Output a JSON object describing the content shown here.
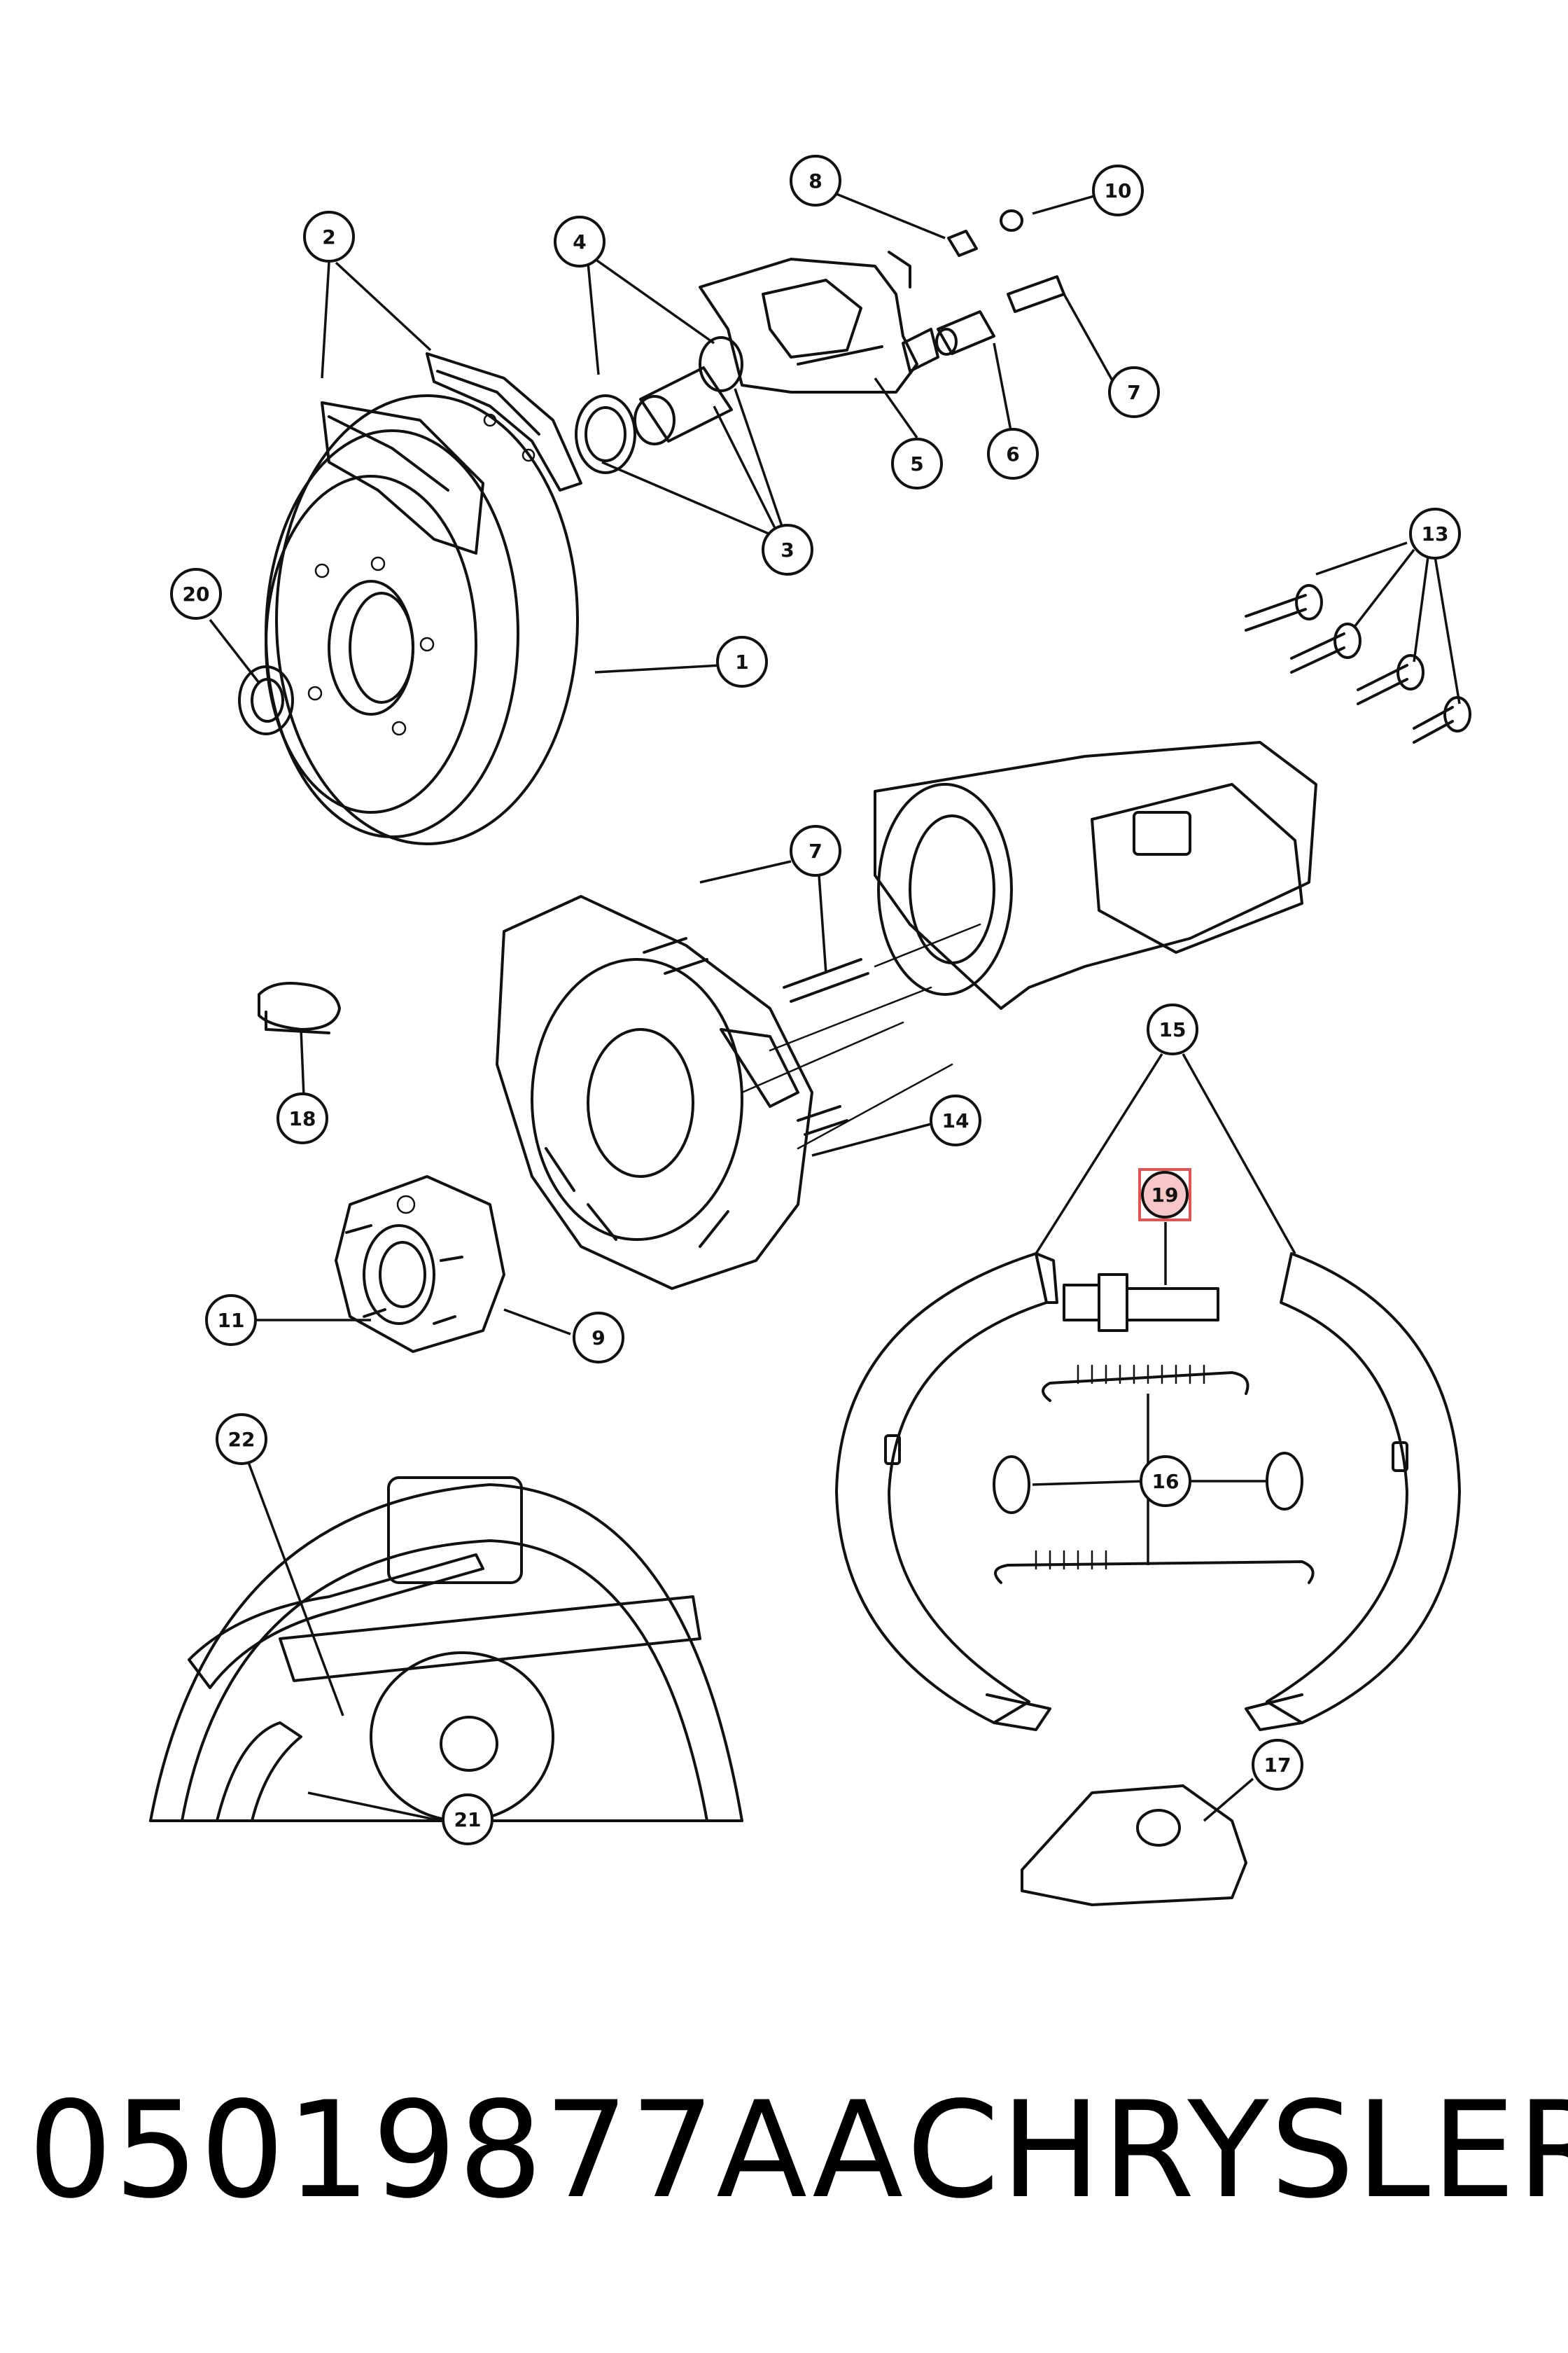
{
  "callouts": {
    "c1": "1",
    "c2": "2",
    "c3": "3",
    "c4": "4",
    "c5": "5",
    "c6": "6",
    "c7a": "7",
    "c7b": "7",
    "c8": "8",
    "c9": "9",
    "c10": "10",
    "c11": "11",
    "c13": "13",
    "c14": "14",
    "c15": "15",
    "c16": "16",
    "c17": "17",
    "c18": "18",
    "c19": "19",
    "c20": "20",
    "c21": "21",
    "c22": "22"
  },
  "highlighted_callout": "19",
  "footer": {
    "part_number": "05019877AA",
    "brand": "CHRYSLER"
  }
}
